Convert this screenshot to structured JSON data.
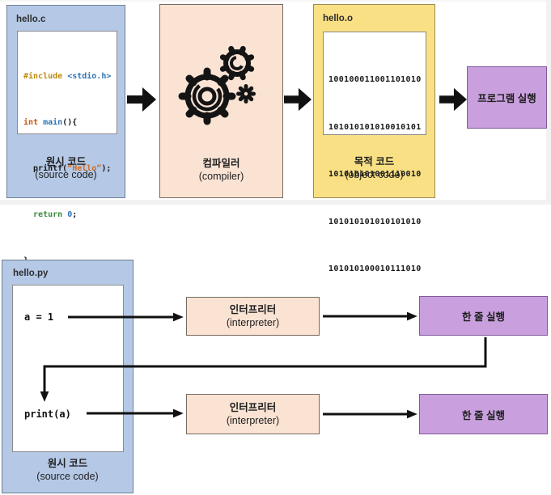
{
  "top": {
    "source_box": {
      "filename": "hello.c",
      "caption_ko": "원시 코드",
      "caption_en": "(source code)",
      "c_code": {
        "line1": {
          "directive": "#include ",
          "header": "<stdio.h>"
        },
        "line2": {
          "keyword": "int ",
          "function": "main",
          "rest": "(){"
        },
        "line3": {
          "lead": "  printf(",
          "string": "“Hello”",
          "rest": ");"
        },
        "line4": {
          "keyword": "  return ",
          "number": "0",
          "rest": ";"
        },
        "line5": {
          "brace": "}"
        }
      }
    },
    "compiler_box": {
      "caption_ko": "컴파일러",
      "caption_en": "(compiler)"
    },
    "object_box": {
      "filename": "hello.o",
      "caption_ko": "목적 코드",
      "caption_en": "(object code)",
      "binary_lines": [
        "100100011001101010",
        "101010101010010101",
        "101010101001110010",
        "101010101010101010",
        "101010100010111010"
      ]
    },
    "run_box": {
      "label": "프로그램 실행"
    }
  },
  "bottom": {
    "source_box": {
      "filename": "hello.py",
      "caption_ko": "원시 코드",
      "caption_en": "(source code)",
      "code_line_1": "a = 1",
      "code_line_2": "print(a)"
    },
    "interpreter_1": {
      "label_ko": "인터프리터",
      "label_en": "(interpreter)"
    },
    "run_1": {
      "label": "한 줄 실행"
    },
    "interpreter_2": {
      "label_ko": "인터프리터",
      "label_en": "(interpreter)"
    },
    "run_2": {
      "label": "한 줄 실행"
    }
  },
  "colors": {
    "source_box_fill": "#b5c9e6",
    "compiler_box_fill": "#fbe3d4",
    "object_box_fill": "#fae085",
    "run_box_fill": "#c9a0dd",
    "arrow": "#111111",
    "syntax_directive": "#bf8a10",
    "syntax_header": "#2e75b5",
    "syntax_keyword": "#c55a11",
    "syntax_function": "#2e75b5",
    "syntax_string": "#d2691e",
    "syntax_return": "#3a8a3c",
    "syntax_number": "#2e75b5"
  }
}
